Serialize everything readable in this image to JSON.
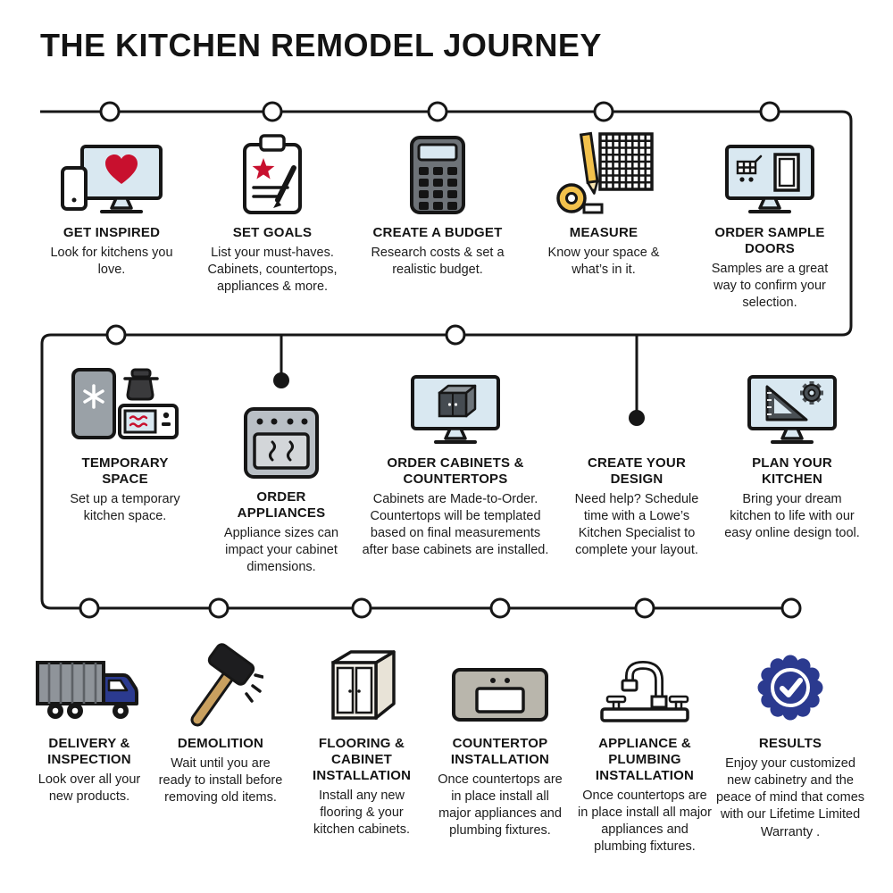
{
  "title": "THE KITCHEN REMODEL JOURNEY",
  "colors": {
    "line": "#161616",
    "accent_red": "#c8102e",
    "accent_blue": "#2b3a8f",
    "screen_blue": "#d9e8f1",
    "appliance_gray": "#b9bfc5"
  },
  "row1": [
    {
      "icon": "monitor-heart-icon",
      "title": "GET INSPIRED",
      "desc": "Look for kitchens you love."
    },
    {
      "icon": "clipboard-star-icon",
      "title": "SET GOALS",
      "desc": "List your must-haves. Cabinets, countertops, appliances & more."
    },
    {
      "icon": "calculator-icon",
      "title": "CREATE A BUDGET",
      "desc": "Research costs & set a realistic budget."
    },
    {
      "icon": "measuring-tools-icon",
      "title": "MEASURE",
      "desc": "Know your space & what’s in it."
    },
    {
      "icon": "sample-doors-monitor-icon",
      "title": "ORDER SAMPLE DOORS",
      "desc": "Samples are a great way to confirm your selection."
    }
  ],
  "row2": [
    {
      "icon": "temporary-kitchen-icon",
      "title": "TEMPORARY SPACE",
      "desc": "Set up a temporary kitchen space."
    },
    {
      "icon": "oven-icon",
      "title": "ORDER APPLIANCES",
      "desc": "Appliance sizes can impact your cabinet dimensions."
    },
    {
      "icon": "cabinet-monitor-icon",
      "title": "ORDER CABINETS & COUNTERTOPS",
      "desc": "Cabinets are Made-to-Order. Countertops will be templated based on final measurements after base cabinets are installed."
    },
    {
      "icon": "none",
      "title": "CREATE YOUR DESIGN",
      "desc": "Need help? Schedule time with a Lowe’s Kitchen Specialist to complete your layout."
    },
    {
      "icon": "design-tools-monitor-icon",
      "title": "PLAN YOUR KITCHEN",
      "desc": "Bring your dream kitchen to life with our easy online design tool."
    }
  ],
  "row3": [
    {
      "icon": "delivery-truck-icon",
      "title": "DELIVERY & INSPECTION",
      "desc": "Look over all your new products."
    },
    {
      "icon": "sledgehammer-icon",
      "title": "DEMOLITION",
      "desc": "Wait until you are ready to install before removing old items."
    },
    {
      "icon": "cabinet-icon",
      "title": "FLOORING & CABINET INSTALLATION",
      "desc": "Install any new flooring & your kitchen cabinets."
    },
    {
      "icon": "countertop-sink-icon",
      "title": "COUNTERTOP INSTALLATION",
      "desc": "Once countertops are in place install all major appliances and plumbing fixtures."
    },
    {
      "icon": "faucet-icon",
      "title": "APPLIANCE & PLUMBING INSTALLATION",
      "desc": "Once countertops are in place install all major appliances and plumbing fixtures."
    },
    {
      "icon": "warranty-badge-icon",
      "title": "RESULTS",
      "desc": "Enjoy your customized new cabinetry and the peace of mind that comes with our Lifetime Limited Warranty ."
    }
  ]
}
